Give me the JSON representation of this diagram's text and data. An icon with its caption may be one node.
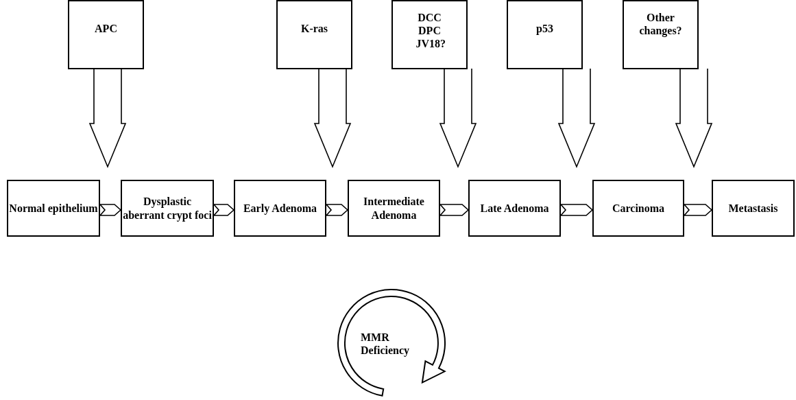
{
  "diagram": {
    "nodes": [
      {
        "text": [
          "APC"
        ]
      },
      {
        "text": [
          "K-ras"
        ]
      },
      {
        "text": [
          "DCC DPC JV18?"
        ]
      },
      {
        "text": [
          "p53"
        ]
      },
      {
        "text": [
          "Other changes?"
        ]
      },
      {
        "text": [
          "Normal epithelium"
        ]
      },
      {
        "text": [
          "Dysplastic aberrant crypt foci"
        ]
      },
      {
        "text": [
          "Early Adenoma"
        ]
      },
      {
        "text": [
          "Intermediate Adenoma"
        ]
      },
      {
        "text": [
          "Late Adenoma"
        ]
      },
      {
        "text": [
          "Carcinoma"
        ]
      },
      {
        "text": [
          "Metastasis"
        ]
      },
      {
        "text": [
          "MMR Deficiency"
        ]
      }
    ],
    "edges": [
      {
        "from": 0,
        "to": null,
        "arrow": "to"
      },
      {
        "from": 1,
        "to": null,
        "arrow": "to"
      },
      {
        "from": 2,
        "to": null,
        "arrow": "to"
      },
      {
        "from": 3,
        "to": null,
        "arrow": "to"
      },
      {
        "from": 4,
        "to": null,
        "arrow": "to"
      },
      {
        "from": 5,
        "to": 6,
        "arrow": "to"
      },
      {
        "from": 6,
        "to": 7,
        "arrow": "to"
      },
      {
        "from": 7,
        "to": 8,
        "arrow": "to"
      },
      {
        "from": 8,
        "to": 9,
        "arrow": "to"
      },
      {
        "from": 9,
        "to": 10,
        "arrow": "to"
      },
      {
        "from": 10,
        "to": 11,
        "arrow": "to"
      }
    ]
  }
}
